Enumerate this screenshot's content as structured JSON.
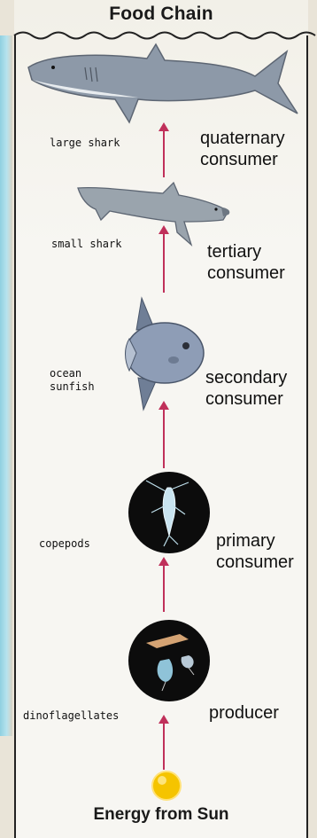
{
  "title": "Food Chain",
  "footer": "Energy from Sun",
  "chain": [
    {
      "organism": "large shark",
      "level": "quaternary consumer"
    },
    {
      "organism": "small shark",
      "level": "tertiary consumer"
    },
    {
      "organism": "ocean sunfish",
      "level": "secondary consumer"
    },
    {
      "organism": "copepods",
      "level": "primary consumer"
    },
    {
      "organism": "dinoflagellates",
      "level": "producer"
    }
  ],
  "colors": {
    "arrow": "#c0305a",
    "sun": "#f5c400",
    "shark": "#8d99a8",
    "sunfish": "#7f8ea6",
    "plankton_bg": "#0c0c0c"
  }
}
